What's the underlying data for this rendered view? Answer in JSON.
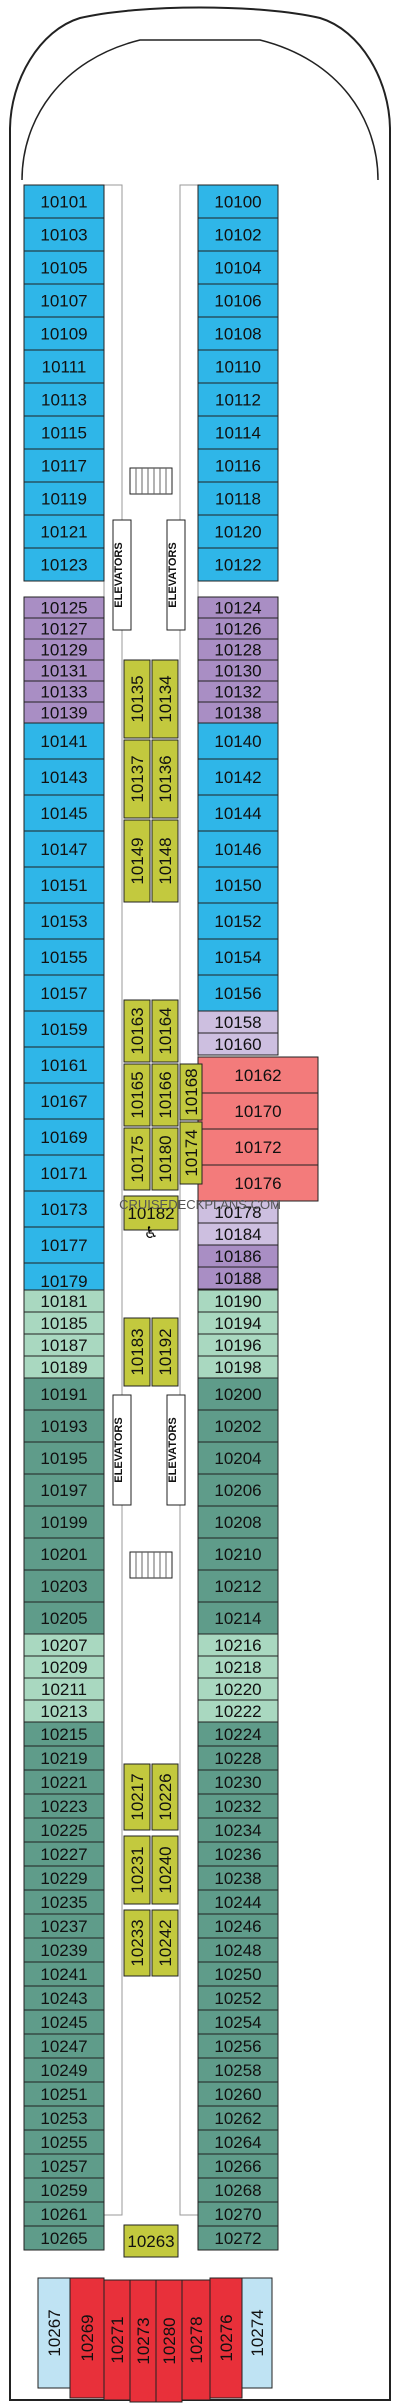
{
  "colors": {
    "blue": "#2fb6e8",
    "purple": "#a98ec4",
    "lavender": "#cdbfe0",
    "olive": "#c3c93e",
    "salmon": "#f37b7b",
    "red": "#e8303a",
    "teal": "#5f9c8a",
    "mint": "#a9d8c0",
    "ltblue": "#bfe3f3",
    "outline": "#222222",
    "icon": "#111111"
  },
  "labels": {
    "elevators": "ELEVATORS",
    "watermark": "CRUISEDECKPLANS.COM"
  },
  "cabins": [
    [
      "10101",
      "blue",
      "L",
      0
    ],
    [
      "10103",
      "blue",
      "L",
      0
    ],
    [
      "10105",
      "blue",
      "L",
      0
    ],
    [
      "10107",
      "blue",
      "L",
      0
    ],
    [
      "10109",
      "blue",
      "L",
      0
    ],
    [
      "10111",
      "blue",
      "L",
      0
    ],
    [
      "10113",
      "blue",
      "L",
      0
    ],
    [
      "10115",
      "blue",
      "L",
      0
    ],
    [
      "10117",
      "blue",
      "L",
      0
    ],
    [
      "10119",
      "blue",
      "L",
      0
    ],
    [
      "10121",
      "blue",
      "L",
      0
    ],
    [
      "10123",
      "blue",
      "L",
      0
    ],
    [
      "10125",
      "purple",
      "L",
      0
    ],
    [
      "10127",
      "purple",
      "L",
      0
    ],
    [
      "10129",
      "purple",
      "L",
      0
    ],
    [
      "10131",
      "purple",
      "L",
      0
    ],
    [
      "10133",
      "purple",
      "L",
      0
    ],
    [
      "10139",
      "purple",
      "L",
      0
    ],
    [
      "10141",
      "blue",
      "L",
      0
    ],
    [
      "10143",
      "blue",
      "L",
      0
    ],
    [
      "10145",
      "blue",
      "L",
      0
    ],
    [
      "10147",
      "blue",
      "L",
      0
    ],
    [
      "10151",
      "blue",
      "L",
      0
    ],
    [
      "10153",
      "blue",
      "L",
      0
    ],
    [
      "10155",
      "blue",
      "L",
      0
    ],
    [
      "10157",
      "blue",
      "L",
      0
    ],
    [
      "10159",
      "blue",
      "L",
      0
    ],
    [
      "10161",
      "blue",
      "L",
      0
    ],
    [
      "10167",
      "blue",
      "L",
      0
    ],
    [
      "10169",
      "blue",
      "L",
      0
    ],
    [
      "10171",
      "blue",
      "L",
      0
    ],
    [
      "10173",
      "blue",
      "L",
      0
    ],
    [
      "10177",
      "blue",
      "L",
      0
    ],
    [
      "10179",
      "blue",
      "L",
      0
    ],
    [
      "10181",
      "mint",
      "L",
      0
    ],
    [
      "10185",
      "mint",
      "L",
      0
    ],
    [
      "10187",
      "mint",
      "L",
      0
    ],
    [
      "10189",
      "mint",
      "L",
      0
    ],
    [
      "10191",
      "teal",
      "L",
      0
    ],
    [
      "10193",
      "teal",
      "L",
      0
    ],
    [
      "10195",
      "teal",
      "L",
      0
    ],
    [
      "10197",
      "teal",
      "L",
      0
    ],
    [
      "10199",
      "teal",
      "L",
      0
    ],
    [
      "10201",
      "teal",
      "L",
      0
    ],
    [
      "10203",
      "teal",
      "L",
      0
    ],
    [
      "10205",
      "teal",
      "L",
      0
    ],
    [
      "10207",
      "mint",
      "L",
      0
    ],
    [
      "10209",
      "mint",
      "L",
      0
    ],
    [
      "10211",
      "mint",
      "L",
      0
    ],
    [
      "10213",
      "mint",
      "L",
      0
    ],
    [
      "10215",
      "teal",
      "L",
      0
    ],
    [
      "10219",
      "teal",
      "L",
      0
    ],
    [
      "10221",
      "teal",
      "L",
      0
    ],
    [
      "10223",
      "teal",
      "L",
      0
    ],
    [
      "10225",
      "teal",
      "L",
      0
    ],
    [
      "10227",
      "teal",
      "L",
      0
    ],
    [
      "10229",
      "teal",
      "L",
      0
    ],
    [
      "10235",
      "teal",
      "L",
      0
    ],
    [
      "10237",
      "teal",
      "L",
      0
    ],
    [
      "10239",
      "teal",
      "L",
      0
    ],
    [
      "10241",
      "teal",
      "L",
      0
    ],
    [
      "10243",
      "teal",
      "L",
      0
    ],
    [
      "10245",
      "teal",
      "L",
      0
    ],
    [
      "10247",
      "teal",
      "L",
      0
    ],
    [
      "10249",
      "teal",
      "L",
      0
    ],
    [
      "10251",
      "teal",
      "L",
      0
    ],
    [
      "10253",
      "teal",
      "L",
      0
    ],
    [
      "10255",
      "teal",
      "L",
      0
    ],
    [
      "10257",
      "teal",
      "L",
      0
    ],
    [
      "10259",
      "teal",
      "L",
      0
    ],
    [
      "10261",
      "teal",
      "L",
      0
    ],
    [
      "10265",
      "teal",
      "L",
      0
    ],
    [
      "10100",
      "blue",
      "R",
      0
    ],
    [
      "10102",
      "blue",
      "R",
      0
    ],
    [
      "10104",
      "blue",
      "R",
      0
    ],
    [
      "10106",
      "blue",
      "R",
      0
    ],
    [
      "10108",
      "blue",
      "R",
      0
    ],
    [
      "10110",
      "blue",
      "R",
      0
    ],
    [
      "10112",
      "blue",
      "R",
      0
    ],
    [
      "10114",
      "blue",
      "R",
      0
    ],
    [
      "10116",
      "blue",
      "R",
      0
    ],
    [
      "10118",
      "blue",
      "R",
      0
    ],
    [
      "10120",
      "blue",
      "R",
      0
    ],
    [
      "10122",
      "blue",
      "R",
      0
    ],
    [
      "10124",
      "purple",
      "R",
      0
    ],
    [
      "10126",
      "purple",
      "R",
      0
    ],
    [
      "10128",
      "purple",
      "R",
      0
    ],
    [
      "10130",
      "purple",
      "R",
      0
    ],
    [
      "10132",
      "purple",
      "R",
      0
    ],
    [
      "10138",
      "purple",
      "R",
      0
    ],
    [
      "10140",
      "blue",
      "R",
      0
    ],
    [
      "10142",
      "blue",
      "R",
      0
    ],
    [
      "10144",
      "blue",
      "R",
      0
    ],
    [
      "10146",
      "blue",
      "R",
      0
    ],
    [
      "10150",
      "blue",
      "R",
      0
    ],
    [
      "10152",
      "blue",
      "R",
      0
    ],
    [
      "10154",
      "blue",
      "R",
      0
    ],
    [
      "10156",
      "blue",
      "R",
      0
    ],
    [
      "10158",
      "lavender",
      "R",
      0
    ],
    [
      "10160",
      "lavender",
      "R",
      0
    ],
    [
      "10162",
      "salmon",
      "R",
      0
    ],
    [
      "10170",
      "salmon",
      "R",
      0
    ],
    [
      "10172",
      "salmon",
      "R",
      0
    ],
    [
      "10176",
      "salmon",
      "R",
      0
    ],
    [
      "10178",
      "lavender",
      "R",
      0
    ],
    [
      "10184",
      "lavender",
      "R",
      0
    ],
    [
      "10186",
      "purple",
      "R",
      0
    ],
    [
      "10188",
      "purple",
      "R",
      0
    ],
    [
      "10190",
      "mint",
      "R",
      0
    ],
    [
      "10194",
      "mint",
      "R",
      0
    ],
    [
      "10196",
      "mint",
      "R",
      0
    ],
    [
      "10198",
      "mint",
      "R",
      0
    ],
    [
      "10200",
      "teal",
      "R",
      0
    ],
    [
      "10202",
      "teal",
      "R",
      0
    ],
    [
      "10204",
      "teal",
      "R",
      0
    ],
    [
      "10206",
      "teal",
      "R",
      0
    ],
    [
      "10208",
      "teal",
      "R",
      0
    ],
    [
      "10210",
      "teal",
      "R",
      0
    ],
    [
      "10212",
      "teal",
      "R",
      0
    ],
    [
      "10214",
      "teal",
      "R",
      0
    ],
    [
      "10216",
      "mint",
      "R",
      0
    ],
    [
      "10218",
      "mint",
      "R",
      0
    ],
    [
      "10220",
      "mint",
      "R",
      0
    ],
    [
      "10222",
      "mint",
      "R",
      0
    ],
    [
      "10224",
      "teal",
      "R",
      0
    ],
    [
      "10228",
      "teal",
      "R",
      0
    ],
    [
      "10230",
      "teal",
      "R",
      0
    ],
    [
      "10232",
      "teal",
      "R",
      0
    ],
    [
      "10234",
      "teal",
      "R",
      0
    ],
    [
      "10236",
      "teal",
      "R",
      0
    ],
    [
      "10238",
      "teal",
      "R",
      0
    ],
    [
      "10244",
      "teal",
      "R",
      0
    ],
    [
      "10246",
      "teal",
      "R",
      0
    ],
    [
      "10248",
      "teal",
      "R",
      0
    ],
    [
      "10250",
      "teal",
      "R",
      0
    ],
    [
      "10252",
      "teal",
      "R",
      0
    ],
    [
      "10254",
      "teal",
      "R",
      0
    ],
    [
      "10256",
      "teal",
      "R",
      0
    ],
    [
      "10258",
      "teal",
      "R",
      0
    ],
    [
      "10260",
      "teal",
      "R",
      0
    ],
    [
      "10262",
      "teal",
      "R",
      0
    ],
    [
      "10264",
      "teal",
      "R",
      0
    ],
    [
      "10266",
      "teal",
      "R",
      0
    ],
    [
      "10268",
      "teal",
      "R",
      0
    ],
    [
      "10270",
      "teal",
      "R",
      0
    ],
    [
      "10272",
      "teal",
      "R",
      0
    ],
    [
      "10135",
      "olive",
      "V",
      0
    ],
    [
      "10134",
      "olive",
      "V",
      0
    ],
    [
      "10137",
      "olive",
      "V",
      0
    ],
    [
      "10136",
      "olive",
      "V",
      0
    ],
    [
      "10149",
      "olive",
      "V",
      0
    ],
    [
      "10148",
      "olive",
      "V",
      0
    ],
    [
      "10163",
      "olive",
      "V",
      0
    ],
    [
      "10164",
      "olive",
      "V",
      0
    ],
    [
      "10165",
      "olive",
      "V",
      0
    ],
    [
      "10166",
      "olive",
      "V",
      0
    ],
    [
      "10168",
      "olive",
      "V",
      0
    ],
    [
      "10175",
      "olive",
      "V",
      0
    ],
    [
      "10180",
      "olive",
      "V",
      0
    ],
    [
      "10174",
      "olive",
      "V",
      0
    ],
    [
      "10182",
      "olive",
      "C",
      0
    ],
    [
      "10183",
      "olive",
      "V",
      0
    ],
    [
      "10192",
      "olive",
      "V",
      0
    ],
    [
      "10217",
      "olive",
      "V",
      0
    ],
    [
      "10226",
      "olive",
      "V",
      0
    ],
    [
      "10231",
      "olive",
      "V",
      0
    ],
    [
      "10240",
      "olive",
      "V",
      0
    ],
    [
      "10233",
      "olive",
      "V",
      0
    ],
    [
      "10242",
      "olive",
      "V",
      0
    ],
    [
      "10263",
      "olive",
      "C",
      0
    ],
    [
      "10267",
      "ltblue",
      "V",
      0
    ],
    [
      "10269",
      "red",
      "V",
      0
    ],
    [
      "10271",
      "red",
      "V",
      0
    ],
    [
      "10273",
      "red",
      "V",
      0
    ],
    [
      "10280",
      "red",
      "V",
      0
    ],
    [
      "10278",
      "red",
      "V",
      0
    ],
    [
      "10276",
      "red",
      "V",
      0
    ],
    [
      "10274",
      "ltblue",
      "V",
      0
    ]
  ]
}
